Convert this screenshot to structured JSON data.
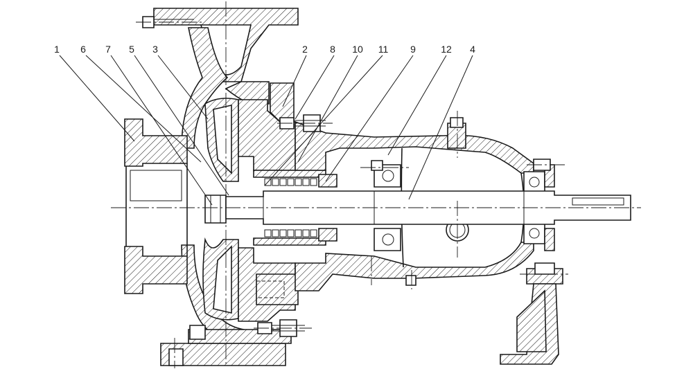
{
  "callouts": [
    {
      "label": "1"
    },
    {
      "label": "6"
    },
    {
      "label": "7"
    },
    {
      "label": "5"
    },
    {
      "label": "3"
    },
    {
      "label": "2"
    },
    {
      "label": "8"
    },
    {
      "label": "10"
    },
    {
      "label": "11"
    },
    {
      "label": "9"
    },
    {
      "label": "12"
    },
    {
      "label": "4"
    }
  ]
}
